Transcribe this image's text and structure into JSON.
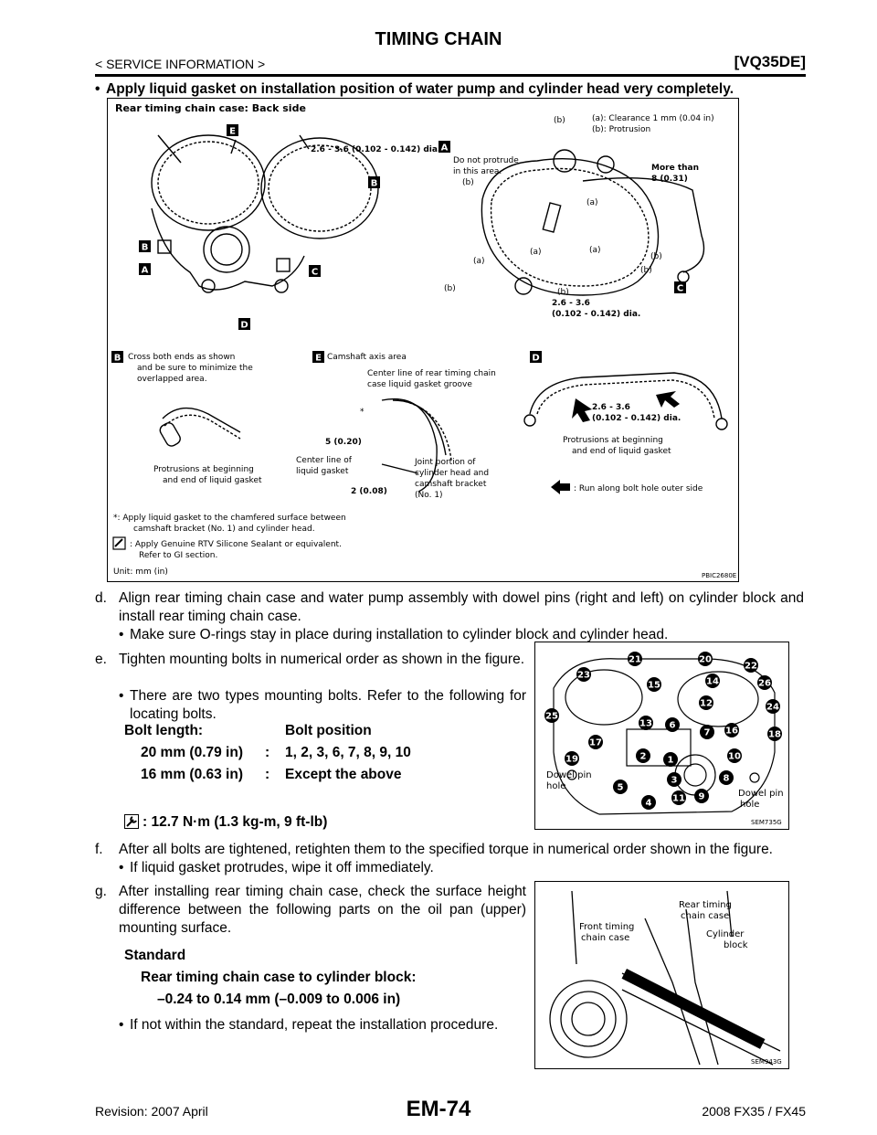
{
  "header": {
    "title": "TIMING CHAIN",
    "section": "< SERVICE INFORMATION >",
    "engine": "[VQ35DE]"
  },
  "intro_bullet": "Apply liquid gasket on installation position of water pump and cylinder head very completely.",
  "figure1": {
    "title": "Rear timing chain case: Back side",
    "dia_label": "2.6 - 3.6 (0.102 - 0.142) dia.",
    "legend_a": "(a): Clearance 1 mm (0.04 in)",
    "legend_b": "(b): Protrusion",
    "do_not_protrude": "Do not protrude",
    "in_this_area": "in this area.",
    "more_than": "More than",
    "more_than_val": "8 (0.31)",
    "dia_a_1": "2.6 - 3.6",
    "dia_a_2": "(0.102 - 0.142) dia.",
    "label_a": "(a)",
    "label_b": "(b)",
    "letters": [
      "A",
      "B",
      "C",
      "D",
      "E"
    ],
    "b_note_1": "Cross both ends as shown",
    "b_note_2": "and be sure to minimize the",
    "b_note_3": "overlapped area.",
    "e_note": "Camshaft axis area",
    "center_line_1": "Center line of rear timing chain",
    "center_line_2": "case liquid gasket groove",
    "dim_5": "5 (0.20)",
    "star": "*",
    "center_liquid_1": "Center line of",
    "center_liquid_2": "liquid gasket",
    "dim_2": "2 (0.08)",
    "joint_1": "Joint portion of",
    "joint_2": "cylinder head and",
    "joint_3": "camshaft bracket",
    "joint_4": "(No. 1)",
    "protrusions_1": "Protrusions at beginning",
    "protrusions_2": "and end of liquid gasket",
    "d_dia_1": "2.6 - 3.6",
    "d_dia_2": "(0.102 - 0.142) dia.",
    "run_along": ": Run along bolt hole outer side",
    "note_star_1": "*: Apply liquid gasket to the chamfered surface between",
    "note_star_2": "camshaft bracket (No. 1) and cylinder head.",
    "note_rtv_1": ": Apply Genuine RTV Silicone Sealant or equivalent.",
    "note_rtv_2": "Refer to GI section.",
    "unit": "Unit: mm (in)",
    "code": "PBIC2680E"
  },
  "step_d": {
    "label": "d.",
    "text": "Align rear timing chain case and water pump assembly with dowel pins (right and left) on cylinder block and install rear timing chain case.",
    "bullet": "Make sure O-rings stay in place during installation to cylinder block and cylinder head."
  },
  "step_e": {
    "label": "e.",
    "text": "Tighten mounting bolts in numerical order as shown in the figure.",
    "bullet": "There are two types mounting bolts. Refer to the following for locating bolts."
  },
  "bolt_table": {
    "head_length": "Bolt length:",
    "head_position": "Bolt position",
    "rows": [
      {
        "length": "20 mm (0.79 in)",
        "sep": ":",
        "position": "1, 2, 3, 6, 7, 8, 9, 10"
      },
      {
        "length": "16 mm (0.63 in)",
        "sep": ":",
        "position": "Except the above"
      }
    ],
    "torque": ": 12.7 N·m (1.3 kg-m, 9 ft-lb)"
  },
  "figure2": {
    "dowel_left_1": "Dowel pin",
    "dowel_left_2": "hole",
    "dowel_right_1": "Dowel pin",
    "dowel_right_2": "hole",
    "code": "SEM735G",
    "bolts": [
      "1",
      "2",
      "3",
      "4",
      "5",
      "6",
      "7",
      "8",
      "9",
      "10",
      "11",
      "12",
      "13",
      "14",
      "15",
      "16",
      "17",
      "18",
      "19",
      "20",
      "21",
      "22",
      "23",
      "24",
      "25",
      "26"
    ]
  },
  "step_f": {
    "label": "f.",
    "text": "After all bolts are tightened, retighten them to the specified torque in numerical order shown in the figure.",
    "bullet": "If liquid gasket protrudes, wipe it off immediately."
  },
  "step_g": {
    "label": "g.",
    "text": "After installing rear timing chain case, check the surface height difference between the following parts on the oil pan (upper) mounting surface.",
    "standard": "Standard",
    "standard_item": "Rear timing chain case to cylinder block:",
    "standard_value": "–0.24 to 0.14 mm (–0.009 to 0.006 in)",
    "bullet": "If not within the standard, repeat the installation procedure."
  },
  "figure3": {
    "front_1": "Front timing",
    "front_2": "chain case",
    "rear_1": "Rear timing",
    "rear_2": "chain case",
    "cyl_1": "Cylinder",
    "cyl_2": "block",
    "code": "SEM943G"
  },
  "footer": {
    "revision": "Revision: 2007 April",
    "page": "EM-74",
    "model": "2008 FX35 / FX45"
  }
}
